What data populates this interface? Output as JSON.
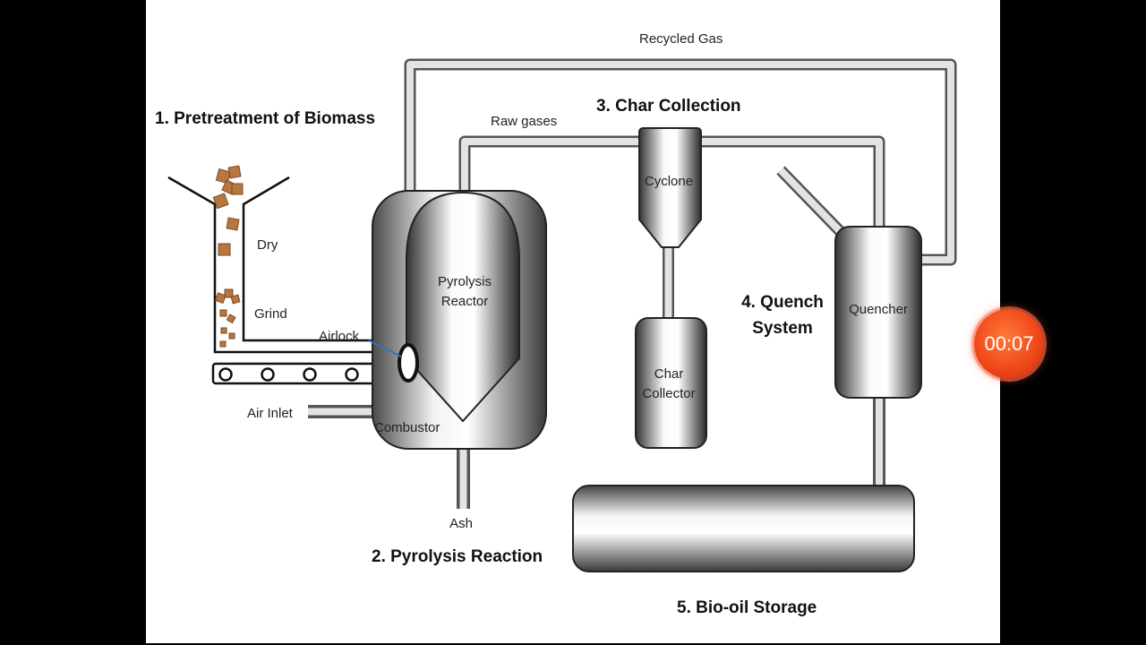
{
  "headings": {
    "pretreatment": "1. Pretreatment of Biomass",
    "pyrolysis": "2. Pyrolysis Reaction",
    "char_collection": "3. Char Collection",
    "quench_line1": "4. Quench",
    "quench_line2": "System",
    "storage": "5. Bio-oil Storage"
  },
  "labels": {
    "recycled_gas": "Recycled Gas",
    "raw_gases": "Raw gases",
    "dry": "Dry",
    "grind": "Grind",
    "airlock": "Airlock",
    "air_inlet": "Air Inlet",
    "combustor": "Combustor",
    "reactor_line1": "Pyrolysis",
    "reactor_line2": "Reactor",
    "cyclone": "Cyclone",
    "char_collector_line1": "Char",
    "char_collector_line2": "Collector",
    "quencher": "Quencher",
    "ash": "Ash"
  },
  "timer": {
    "value": "00:07"
  },
  "colors": {
    "biomass": "#b8773f",
    "timer": "#f04a1a",
    "pipe": "#cfcfcf"
  }
}
